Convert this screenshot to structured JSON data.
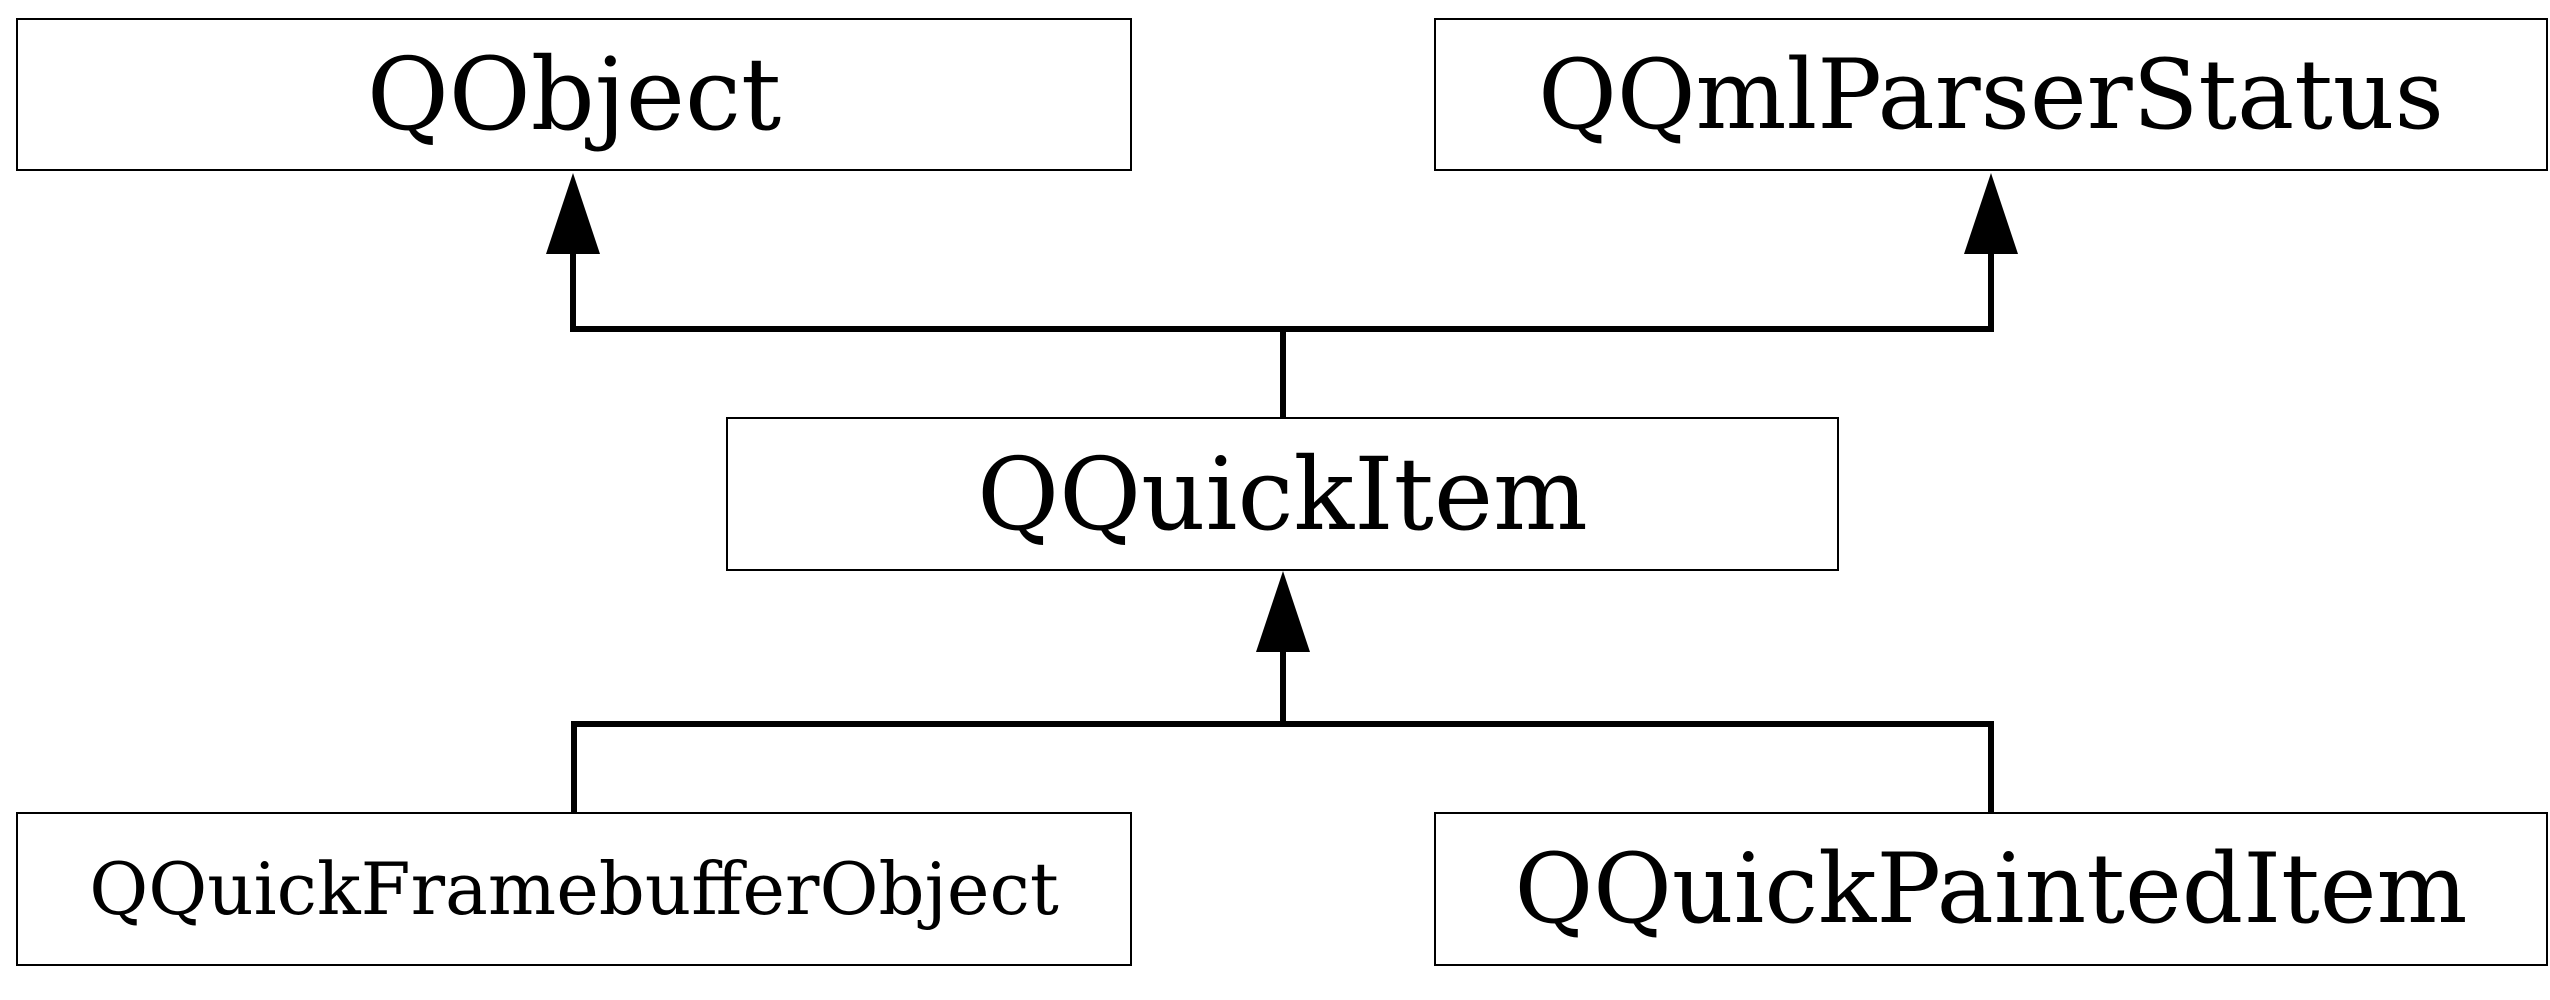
{
  "diagram": {
    "nodes": {
      "qobject": "QObject",
      "qqmlparserstatus": "QQmlParserStatus",
      "qquickitem": "QQuickItem",
      "qquickframebufferobject": "QQuickFramebufferObject",
      "qquickpainteditem": "QQuickPaintedItem"
    },
    "edges": [
      {
        "from": "qquickitem",
        "to": "qobject"
      },
      {
        "from": "qquickitem",
        "to": "qqmlparserstatus"
      },
      {
        "from": "qquickframebufferobject",
        "to": "qquickitem"
      },
      {
        "from": "qquickpainteditem",
        "to": "qquickitem"
      }
    ],
    "colors": {
      "stroke": "#000000",
      "background": "#ffffff"
    }
  }
}
